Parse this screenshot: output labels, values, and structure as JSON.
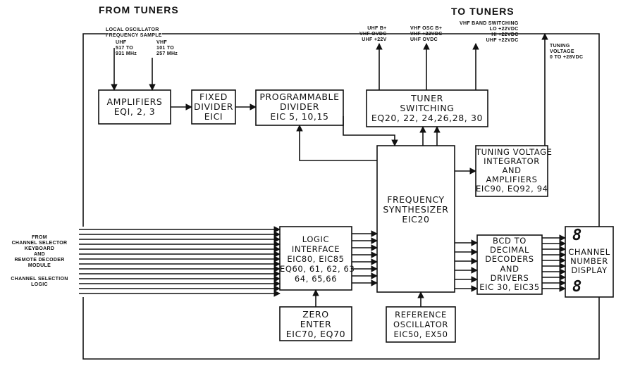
{
  "headings": {
    "from_tuners": "FROM TUNERS",
    "to_tuners": "TO TUNERS"
  },
  "annotations": {
    "local_osc": [
      "LOCAL OSCILLATOR",
      "FREQUENCY SAMPLE"
    ],
    "uhf_range": [
      "UHF",
      "517 TO",
      "931 MHz"
    ],
    "vhf_range": [
      "VHF",
      "101 TO",
      "257 MHz"
    ],
    "uhf_power": [
      "UHF B+",
      "VHF OVDC",
      "UHF +22V"
    ],
    "vhf_osc": [
      "VHF OSC B+",
      "VHF +22VDC",
      "UHF OVDC"
    ],
    "vhf_band": [
      "VHF BAND SWITCHING",
      "LO +22VDC",
      "HI +22VDC",
      "UHF +22VDC"
    ],
    "tuning_voltage": [
      "TUNING",
      "VOLTAGE",
      "0 TO +28VDC"
    ],
    "input_source": [
      "FROM",
      "CHANNEL SELECTOR",
      "KEYBOARD",
      "AND",
      "REMOTE DECODER",
      "MODULE"
    ],
    "input_logic": [
      "CHANNEL SELECTION",
      "LOGIC"
    ]
  },
  "blocks": {
    "amplifiers": [
      "AMPLIFIERS",
      "EQI, 2, 3"
    ],
    "fixed_divider": [
      "FIXED",
      "DIVIDER",
      "EICI"
    ],
    "programmable_divider": [
      "PROGRAMMABLE",
      "DIVIDER",
      "EIC 5, 10,15"
    ],
    "tuner_switching": [
      "TUNER",
      "SWITCHING",
      "EQ20, 22, 24,26,28, 30"
    ],
    "tuning_integrator": [
      "TUNING VOLTAGE",
      "INTEGRATOR",
      "AND",
      "AMPLIFIERS",
      "EIC90, EQ92, 94"
    ],
    "frequency_synthesizer": [
      "FREQUENCY",
      "SYNTHESIZER",
      "EIC20"
    ],
    "logic_interface": [
      "LOGIC",
      "INTERFACE",
      "EIC80, EIC85",
      "EQ60, 61, 62, 63",
      "64, 65,66"
    ],
    "bcd_decoders": [
      "BCD TO",
      "DECIMAL",
      "DECODERS",
      "AND",
      "DRIVERS",
      "EIC 30, EIC35"
    ],
    "channel_display": [
      "CHANNEL",
      "NUMBER",
      "DISPLAY"
    ],
    "zero_enter": [
      "ZERO",
      "ENTER",
      "EIC70, EQ70"
    ],
    "reference_oscillator": [
      "REFERENCE",
      "OSCILLATOR",
      "EIC50, EX50"
    ]
  },
  "display_digits": [
    "8",
    "8"
  ]
}
